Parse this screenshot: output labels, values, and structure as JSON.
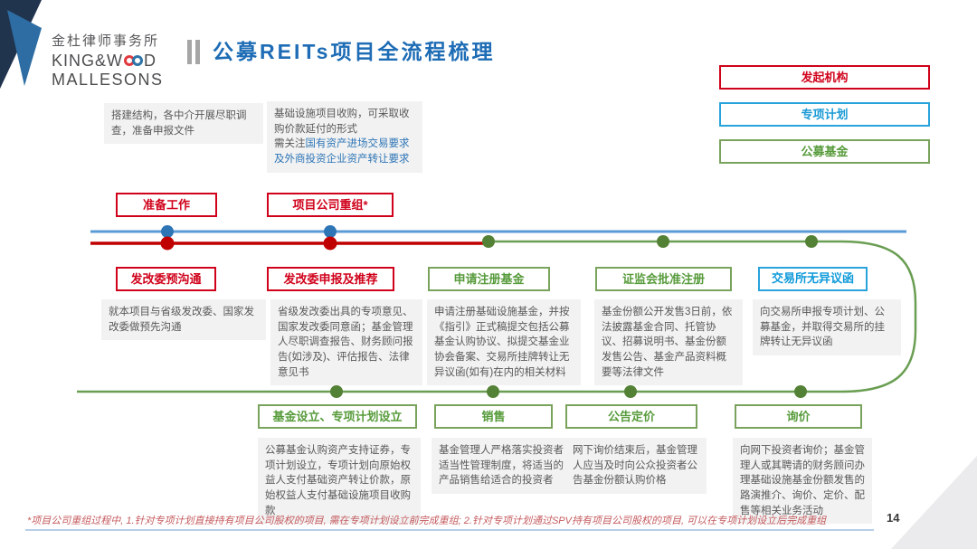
{
  "brand": {
    "name_cn": "金杜律师事务所",
    "name_en_part1": "KING&W",
    "name_en_part2": "D",
    "name_en_line2": "MALLESONS"
  },
  "header": {
    "title": "公募REITs项目全流程梳理"
  },
  "legend": {
    "items": [
      {
        "label": "发起机构"
      },
      {
        "label": "专项计划"
      },
      {
        "label": "公募基金"
      }
    ]
  },
  "prep": {
    "note1": "搭建结构，各中介开展尽职调查，准备申报文件",
    "note2_part1": "基础设施项目收购，可采取收购价款延付的形式",
    "note2_part2": "需关注",
    "note2_part3": "国有资产进场交易要求及外商投资企业资产转让要求"
  },
  "stages": {
    "row1": [
      {
        "label": "准备工作"
      },
      {
        "label": "项目公司重组*"
      }
    ],
    "row2": [
      {
        "label": "发改委预沟通",
        "note": "就本项目与省级发改委、国家发改委做预先沟通"
      },
      {
        "label": "发改委申报及推荐",
        "note": "省级发改委出具的专项意见、国家发改委同意函；基金管理人尽职调查报告、财务顾问报告(如涉及)、评估报告、法律意见书"
      },
      {
        "label": "申请注册基金",
        "note": "申请注册基础设施基金，并按《指引》正式稿提交包括公募基金认购协议、拟提交基金业协会备案、交易所挂牌转让无异议函(如有)在内的相关材料"
      },
      {
        "label": "证监会批准注册",
        "note": "基金份额公开发售3日前，依法披露基金合同、托管协议、招募说明书、基金份额发售公告、基金产品资料概要等法律文件"
      },
      {
        "label": "交易所无异议函",
        "note": "向交易所申报专项计划、公募基金，并取得交易所的挂牌转让无异议函"
      }
    ],
    "row3": [
      {
        "label": "基金设立、专项计划设立",
        "note": "公募基金认购资产支持证券，专项计划设立，专项计划向原始权益人支付基础资产转让价款，原始权益人支付基础设施项目收购款"
      },
      {
        "label": "销售",
        "note": "基金管理人严格落实投资者适当性管理制度，将适当的产品销售给适合的投资者"
      },
      {
        "label": "公告定价",
        "note": "网下询价结束后，基金管理人应当及时向公众投资者公告基金份额认购价格"
      },
      {
        "label": "询价",
        "note": "向网下投资者询价；基金管理人或其聘请的财务顾问办理基础设施基金份额发售的路演推介、询价、定价、配售等相关业务活动"
      }
    ]
  },
  "footer": {
    "footnote": "*项目公司重组过程中, 1.针对专项计划直接持有项目公司股权的项目, 需在专项计划设立前完成重组; 2.针对专项计划通过SPV持有项目公司股权的项目, 可以在专项计划设立后完成重组",
    "page_number": "14"
  },
  "colors": {
    "sponsor_red": "#d0021b",
    "spv_blue": "#29a3dc",
    "fund_green": "#79a35c",
    "title_blue": "#1d6cb5",
    "line_red": "#c00000",
    "line_blue": "#5b9bd5",
    "line_green": "#6a9e52",
    "dot_blue": "#2e75b6",
    "dot_green": "#538135",
    "note_bg": "#f2f2f2",
    "note_text": "#595959",
    "footnote_red": "#c55b5f"
  }
}
